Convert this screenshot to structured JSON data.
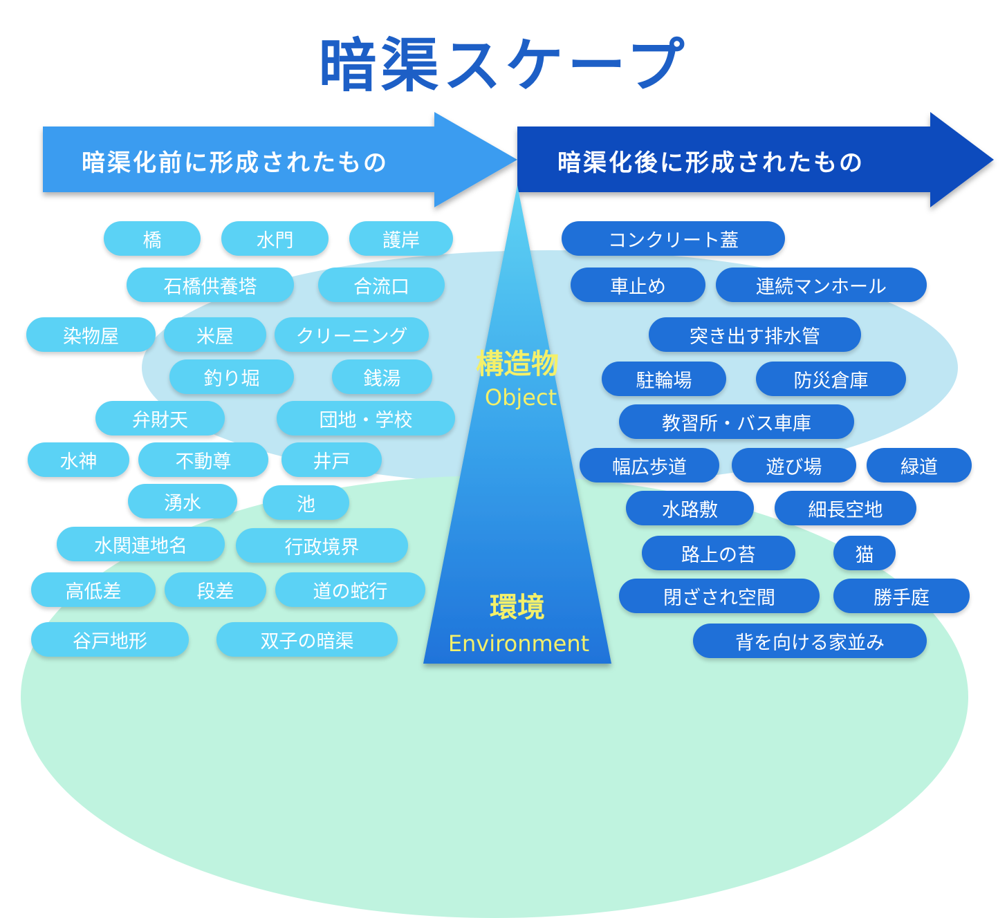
{
  "title": "暗渠スケープ",
  "arrows": {
    "before": "暗渠化前に形成されたもの",
    "after": "暗渠化後に形成されたもの"
  },
  "categories": {
    "object_jp": "構造物",
    "object_en": "Object",
    "environment_jp": "環境",
    "environment_en": "Environment"
  },
  "colors": {
    "title": "#1d5fc6",
    "arrow_before": "#3b9cf0",
    "arrow_after": "#0d4bbd",
    "pill_before": "#5bd2f5",
    "pill_after": "#1f70d8",
    "label": "#f4f06a"
  },
  "left": {
    "pills": [
      "橋",
      "水門",
      "護岸",
      "石橋供養塔",
      "合流口",
      "染物屋",
      "米屋",
      "クリーニング",
      "釣り堀",
      "銭湯",
      "弁財天",
      "団地・学校",
      "水神",
      "不動尊",
      "井戸",
      "湧水",
      "池",
      "水関連地名",
      "行政境界",
      "高低差",
      "段差",
      "道の蛇行",
      "谷戸地形",
      "双子の暗渠"
    ]
  },
  "right": {
    "pills": [
      "コンクリート蓋",
      "車止め",
      "連続マンホール",
      "突き出す排水管",
      "駐輪場",
      "防災倉庫",
      "教習所・バス車庫",
      "幅広歩道",
      "遊び場",
      "緑道",
      "水路敷",
      "細長空地",
      "路上の苔",
      "猫",
      "閉ざされ空間",
      "勝手庭",
      "背を向ける家並み"
    ]
  }
}
